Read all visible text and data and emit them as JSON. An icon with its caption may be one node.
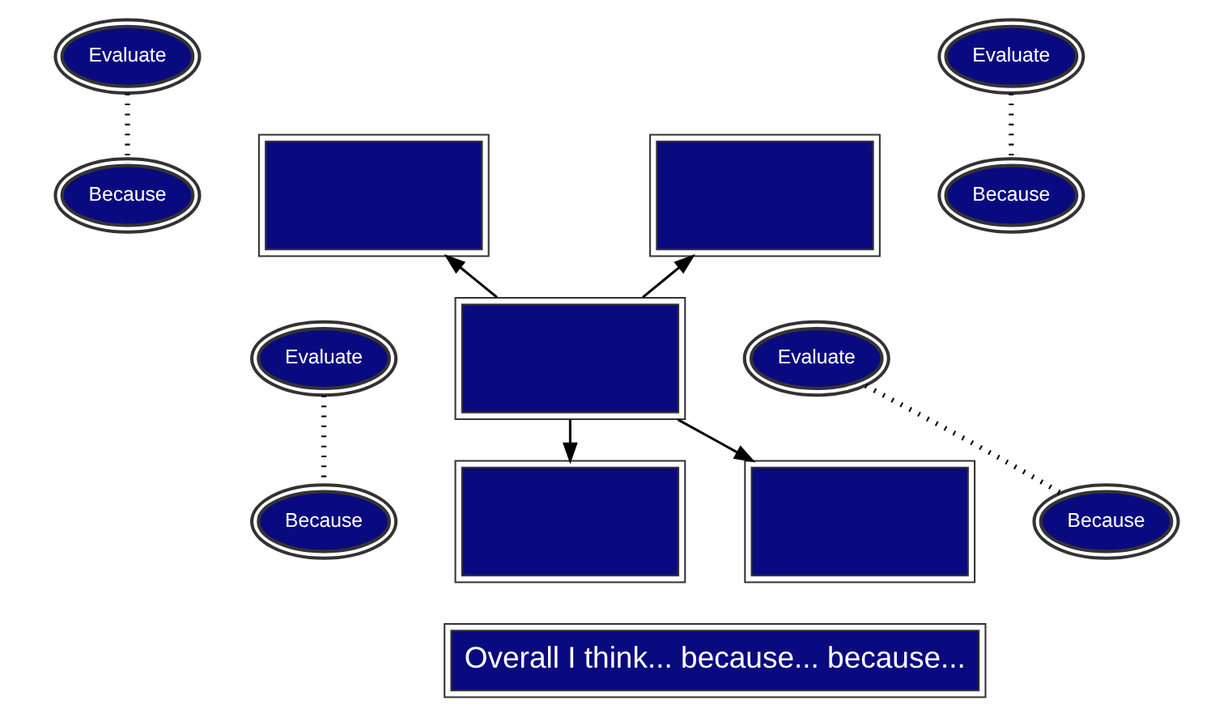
{
  "diagram": {
    "nodes": [
      {
        "text": [
          "Evaluate"
        ]
      },
      {
        "text": [
          "Evaluate"
        ]
      },
      {
        "text": [
          "Because"
        ]
      },
      {
        "text": [],
        "shape": "box"
      },
      {
        "text": [
          "Because"
        ]
      },
      {
        "text": [],
        "shape": "box"
      },
      {
        "text": [],
        "shape": "box"
      },
      {
        "text": [
          "Evaluate"
        ]
      },
      {
        "text": [
          "Evaluate"
        ]
      },
      {
        "text": [
          "Because"
        ]
      },
      {
        "text": [],
        "shape": "box"
      },
      {
        "text": [
          "Because"
        ]
      },
      {
        "text": [],
        "shape": "box"
      },
      {
        "text": [
          "Overall I think... because... because..."
        ]
      }
    ],
    "edges": [
      {
        "from": 6,
        "to": 3,
        "arrow": "to"
      },
      {
        "from": 6,
        "to": 5,
        "arrow": "to"
      },
      {
        "from": 6,
        "to": 10,
        "arrow": "to"
      },
      {
        "from": 6,
        "to": 12,
        "arrow": "to"
      },
      {
        "from": 0,
        "to": 2,
        "arrow": "none",
        "style": "dashed"
      },
      {
        "from": 1,
        "to": 4,
        "arrow": "none",
        "style": "dashed"
      },
      {
        "from": 7,
        "to": 9,
        "arrow": "none",
        "style": "dashed"
      },
      {
        "from": 8,
        "to": 11,
        "arrow": "none",
        "style": "dashed"
      }
    ]
  }
}
